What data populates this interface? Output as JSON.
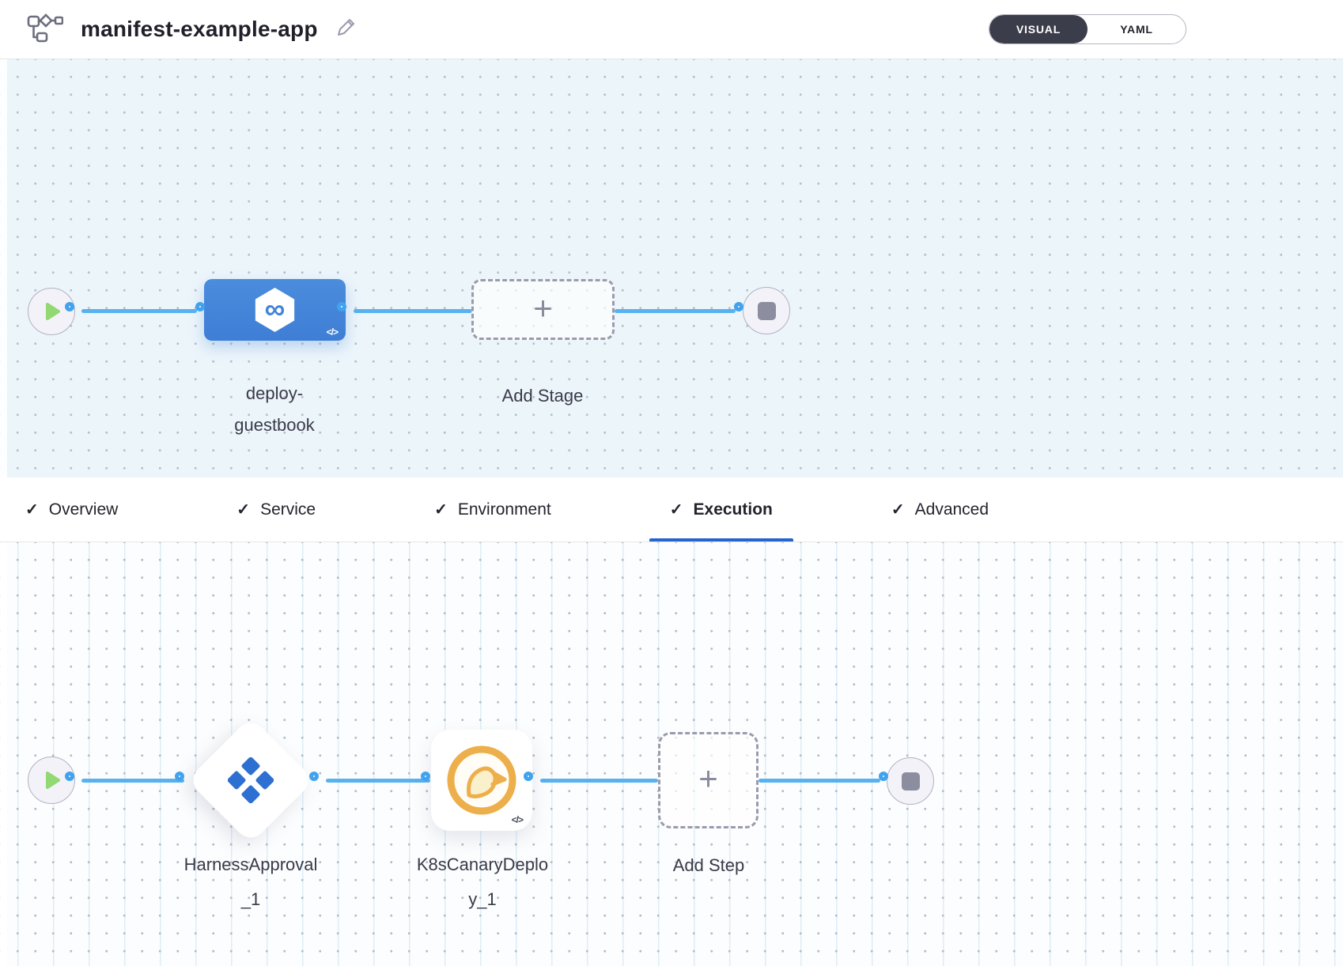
{
  "header": {
    "title": "manifest-example-app",
    "mode_toggle": {
      "visual_label": "VISUAL",
      "yaml_label": "YAML",
      "selected": "VISUAL"
    }
  },
  "pipeline_canvas": {
    "stage": {
      "label": "deploy-guestbook",
      "icon": "harness-cd-hexagon-icon",
      "icon_glyph": "∞",
      "code_badge": "</>"
    },
    "add_stage": {
      "label": "Add Stage",
      "plus_glyph": "+"
    }
  },
  "tab_bar": {
    "check_glyph": "✓",
    "items": [
      {
        "label": "Overview",
        "active": false
      },
      {
        "label": "Service",
        "active": false
      },
      {
        "label": "Environment",
        "active": false
      },
      {
        "label": "Execution",
        "active": true
      },
      {
        "label": "Advanced",
        "active": false
      }
    ]
  },
  "execution_canvas": {
    "steps": [
      {
        "label": "HarnessApproval_1",
        "icon": "approval-diamond-icon"
      },
      {
        "label": "K8sCanaryDeploy_1",
        "icon": "canary-bird-icon",
        "code_badge": "</>"
      }
    ],
    "add_step": {
      "label": "Add Step",
      "plus_glyph": "+"
    }
  },
  "colors": {
    "stage_node_blue": "#4284d9",
    "connector_blue": "#58b2f0",
    "connector_dot_ring": "#41a3ee",
    "active_tab_underline": "#2563ce",
    "toggle_dark": "#3c3d4b",
    "canary_yellow": "#ecaf4b",
    "approval_blue": "#2d70d2",
    "play_green": "#92d873",
    "canvas_top_bg": "#ecf5fa",
    "canvas_bottom_bg": "#fcfdfe"
  }
}
